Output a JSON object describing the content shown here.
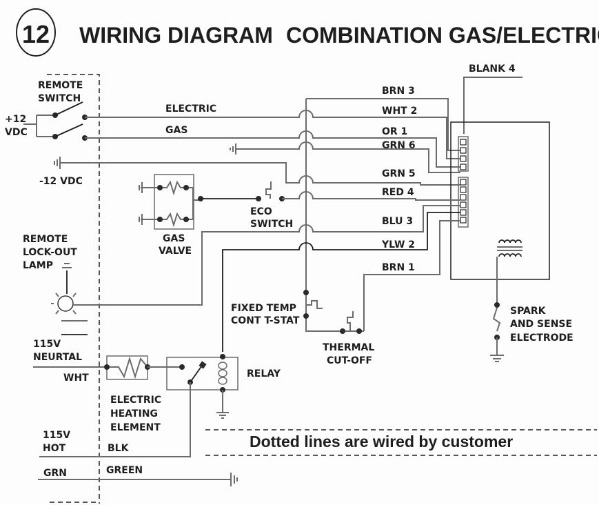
{
  "header": {
    "diagram_number": "12",
    "title_part1": "WIRING DIAGRAM",
    "title_part2": "COMBINATION GAS/ELECTRIC"
  },
  "left_panel": {
    "remote_switch": [
      "REMOTE",
      "SWITCH"
    ],
    "plus12": [
      "+12",
      "VDC"
    ],
    "minus12": "-12 VDC",
    "lockout_lamp": [
      "REMOTE",
      "LOCK-OUT",
      "LAMP"
    ],
    "neutral": [
      "115V",
      "NEURTAL"
    ],
    "wht": "WHT",
    "hot": [
      "115V",
      "HOT"
    ],
    "grn": "GRN"
  },
  "wires": {
    "electric": "ELECTRIC",
    "gas": "GAS",
    "blk": "BLK",
    "green": "GREEN"
  },
  "components": {
    "gas_valve": [
      "GAS",
      "VALVE"
    ],
    "eco_switch": [
      "ECO",
      "SWITCH"
    ],
    "fixed_temp": [
      "FIXED TEMP",
      "CONT T-STAT"
    ],
    "thermal": [
      "THERMAL",
      "CUT-OFF"
    ],
    "heating_element": [
      "ELECTRIC",
      "HEATING",
      "ELEMENT"
    ],
    "relay": "RELAY",
    "spark": [
      "SPARK",
      "AND SENSE",
      "ELECTRODE"
    ]
  },
  "connector_labels": {
    "blank4": "BLANK 4",
    "brn3": "BRN 3",
    "wht2": "WHT 2",
    "or1": "OR 1",
    "grn6": "GRN 6",
    "grn5": "GRN 5",
    "red4": "RED 4",
    "blu3": "BLU 3",
    "ylw2": "YLW 2",
    "brn1": "BRN 1"
  },
  "footer_note": "Dotted lines are wired by customer"
}
